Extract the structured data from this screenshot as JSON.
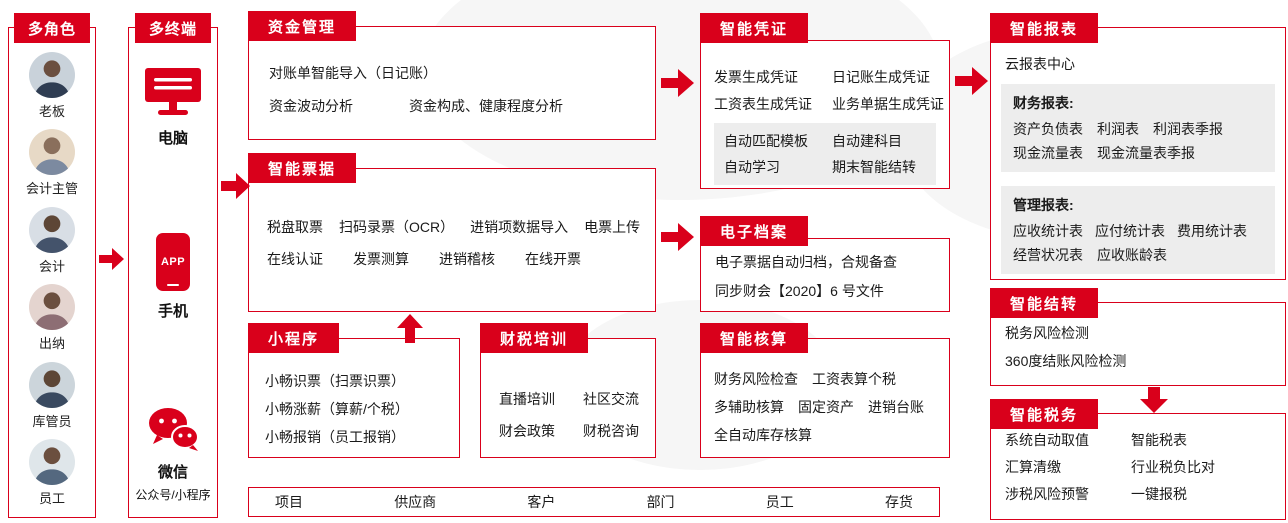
{
  "colors": {
    "accent": "#d9001b",
    "gray_box": "#ededed"
  },
  "roles": {
    "title": "多角色",
    "items": [
      {
        "label": "老板"
      },
      {
        "label": "会计主管"
      },
      {
        "label": "会计"
      },
      {
        "label": "出纳"
      },
      {
        "label": "库管员"
      },
      {
        "label": "员工"
      }
    ]
  },
  "terminals": {
    "title": "多终端",
    "computer_label": "电脑",
    "phone_label": "手机",
    "phone_badge": "APP",
    "wechat_label": "微信",
    "wechat_sublabel": "公众号/小程序"
  },
  "funds": {
    "title": "资金管理",
    "rows": [
      [
        "对账单智能导入（日记账）"
      ],
      [
        "资金波动分析",
        "资金构成、健康程度分析"
      ]
    ]
  },
  "bills": {
    "title": "智能票据",
    "rows": [
      [
        "税盘取票",
        "扫码录票（OCR）",
        "进销项数据导入",
        "电票上传"
      ],
      [
        "在线认证",
        "发票测算",
        "进销稽核",
        "在线开票"
      ]
    ]
  },
  "mini_program": {
    "title": "小程序",
    "rows": [
      "小畅识票（扫票识票）",
      "小畅涨薪（算薪/个税）",
      "小畅报销（员工报销）"
    ]
  },
  "training": {
    "title": "财税培训",
    "rows": [
      [
        "直播培训",
        "社区交流"
      ],
      [
        "财会政策",
        "财税咨询"
      ]
    ]
  },
  "voucher": {
    "title": "智能凭证",
    "rows": [
      [
        "发票生成凭证",
        "日记账生成凭证"
      ],
      [
        "工资表生成凭证",
        "业务单据生成凭证"
      ]
    ],
    "auto_rows": [
      [
        "自动匹配模板",
        "自动建科目"
      ],
      [
        "自动学习",
        "期末智能结转"
      ]
    ]
  },
  "archive": {
    "title": "电子档案",
    "rows": [
      "电子票据自动归档，合规备查",
      "同步财会【2020】6 号文件"
    ]
  },
  "accounting": {
    "title": "智能核算",
    "rows": [
      [
        "财务风险检查",
        "工资表算个税"
      ],
      [
        "多辅助核算",
        "固定资产",
        "进销台账"
      ],
      [
        "全自动库存核算"
      ]
    ]
  },
  "reports": {
    "title": "智能报表",
    "intro": "云报表中心",
    "sections": [
      {
        "heading": "财务报表:",
        "rows": [
          [
            "资产负债表",
            "利润表",
            "利润表季报"
          ],
          [
            "现金流量表",
            "现金流量表季报"
          ]
        ]
      },
      {
        "heading": "管理报表:",
        "rows": [
          [
            "应收统计表",
            "应付统计表",
            "费用统计表"
          ],
          [
            "经营状况表",
            "应收账龄表"
          ]
        ]
      }
    ]
  },
  "carryover": {
    "title": "智能结转",
    "rows": [
      "税务风险检测",
      "360度结账风险检测"
    ]
  },
  "tax": {
    "title": "智能税务",
    "rows": [
      [
        "系统自动取值",
        "智能税表"
      ],
      [
        "汇算清缴",
        "行业税负比对"
      ],
      [
        "涉税风险预警",
        "一键报税"
      ]
    ]
  },
  "base_bar": {
    "items": [
      "项目",
      "供应商",
      "客户",
      "部门",
      "员工",
      "存货"
    ]
  }
}
